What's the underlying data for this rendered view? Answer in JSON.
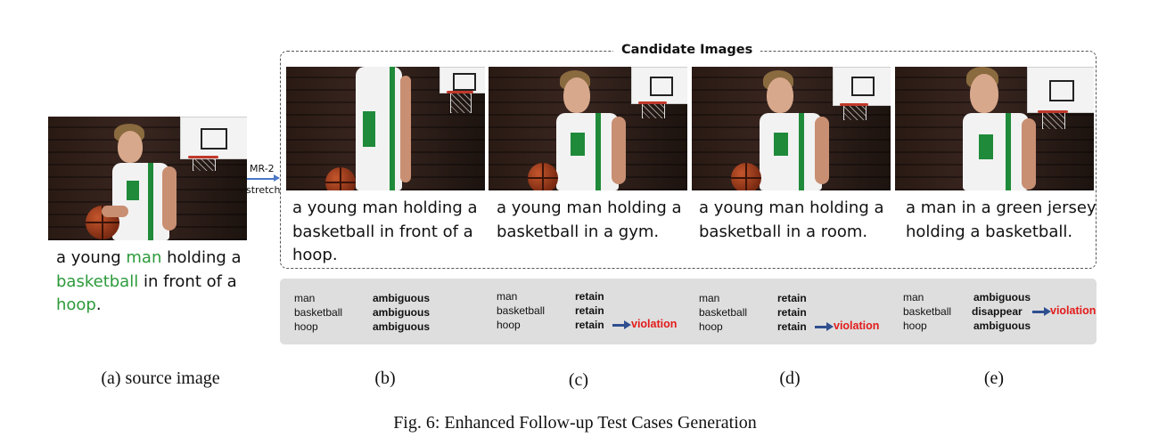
{
  "source": {
    "caption_parts": [
      "a young ",
      "man",
      " holding a",
      "basketball",
      " in front of a",
      "hoop",
      "."
    ],
    "label": "(a) source image"
  },
  "transform": {
    "rule": "MR-2",
    "operation": "stretch"
  },
  "candidates": {
    "title": "Candidate Images",
    "items": [
      {
        "caption": [
          "a young man holding a",
          "basketball in front of a",
          "hoop."
        ],
        "label": "(b)",
        "objects": [
          "man",
          "basketball",
          "hoop"
        ],
        "states": [
          "ambiguous",
          "ambiguous",
          "ambiguous"
        ],
        "violation": ""
      },
      {
        "caption": [
          "a young man holding a",
          "basketball in a gym."
        ],
        "label": "(c)",
        "objects": [
          "man",
          "basketball",
          "hoop"
        ],
        "states": [
          "retain",
          "retain",
          "retain"
        ],
        "violation": "violation"
      },
      {
        "caption": [
          "a young man holding a",
          "basketball in a room."
        ],
        "label": "(d)",
        "objects": [
          "man",
          "basketball",
          "hoop"
        ],
        "states": [
          "retain",
          "retain",
          "retain"
        ],
        "violation": "violation"
      },
      {
        "caption": [
          "a man in a green jersey",
          "holding a basketball."
        ],
        "label": "(e)",
        "objects": [
          "man",
          "basketball",
          "hoop"
        ],
        "states": [
          "ambiguous",
          "disappear",
          "ambiguous"
        ],
        "violation": "violation"
      }
    ]
  },
  "colors": {
    "highlight": "#2c9a3a",
    "violation": "#e31b1b",
    "arrow": "#4a78c8",
    "panel": "#dedede"
  },
  "figure_caption": "Fig. 6: Enhanced Follow-up Test Cases Generation"
}
